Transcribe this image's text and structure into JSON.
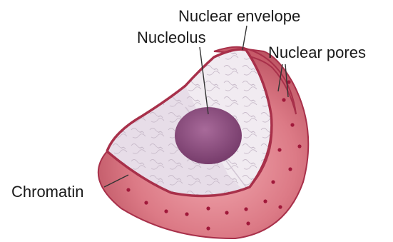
{
  "labels": {
    "nuclear_envelope": "Nuclear envelope",
    "nucleolus": "Nucleolus",
    "nuclear_pores": "Nuclear pores",
    "chromatin": "Chromatin"
  },
  "colors": {
    "outer_shell": "#d9707c",
    "outer_shell_dark": "#b5475a",
    "envelope_rim": "#a8304a",
    "nucleoplasm": "#efe7ee",
    "nucleoplasm_shade": "#ddd3df",
    "nucleolus": "#8e4f80",
    "pore": "#a0183a",
    "leader_line": "#333333"
  }
}
